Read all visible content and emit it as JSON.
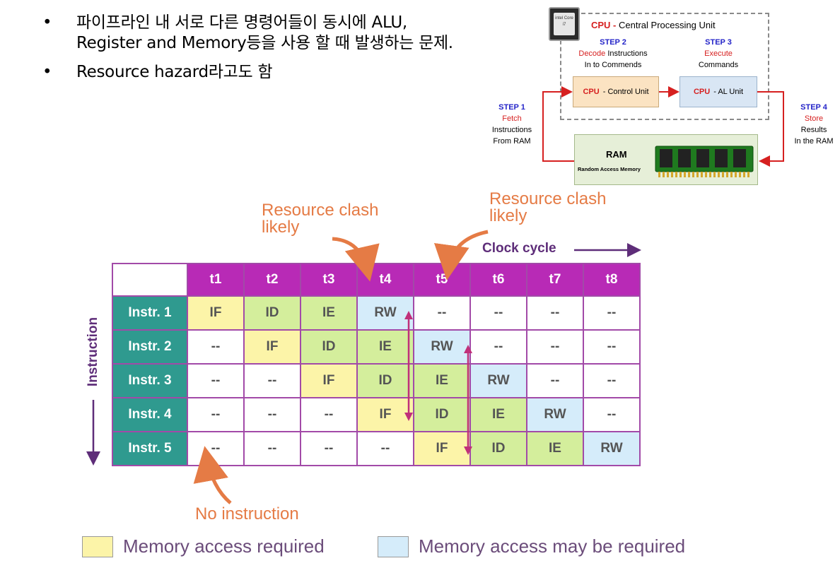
{
  "bullets": [
    "파이프라인 내 서로 다른 명령어들이 동시에 ALU, Register and Memory등을 사용 할 때 발생하는 문제.",
    "Resource hazard라고도 함"
  ],
  "cpu_diagram": {
    "chip_text": "intel Core i7",
    "title_prefix": "CPU -",
    "title_rest": "Central  Processing Unit",
    "step2": {
      "num": "STEP 2",
      "action": "Decode",
      "rest1": " Instructions",
      "rest2": "In to  Commends"
    },
    "step3": {
      "num": "STEP 3",
      "action": "Execute",
      "rest": "Commands"
    },
    "step1": {
      "num": "STEP 1",
      "action": "Fetch",
      "rest1": "Instructions",
      "rest2": "From  RAM"
    },
    "step4": {
      "num": "STEP 4",
      "action": "Store",
      "rest1": "Results",
      "rest2": "In the RAM"
    },
    "control_unit": {
      "prefix": "CPU",
      "label": "-  Control Unit"
    },
    "alu": {
      "prefix": "CPU",
      "label": "-  AL Unit"
    },
    "ram_title": "RAM",
    "ram_sub": "Random Access Memory",
    "accent_red": "#d62020",
    "accent_blue": "#2424c8"
  },
  "pipeline": {
    "clash_label_1": [
      "Resource clash",
      "likely"
    ],
    "clash_label_2": [
      "Resource clash",
      "likely"
    ],
    "clock_label": "Clock cycle",
    "instruction_axis_label": "Instruction",
    "no_instruction_label": "No instruction",
    "columns": [
      "t1",
      "t2",
      "t3",
      "t4",
      "t5",
      "t6",
      "t7",
      "t8"
    ],
    "rows": [
      {
        "label": "Instr. 1",
        "cells": [
          [
            "IF",
            "yellow"
          ],
          [
            "ID",
            "green"
          ],
          [
            "IE",
            "green"
          ],
          [
            "RW",
            "blue"
          ],
          [
            "--",
            "white"
          ],
          [
            "--",
            "white"
          ],
          [
            "--",
            "white"
          ],
          [
            "--",
            "white"
          ]
        ]
      },
      {
        "label": "Instr. 2",
        "cells": [
          [
            "--",
            "white"
          ],
          [
            "IF",
            "yellow"
          ],
          [
            "ID",
            "green"
          ],
          [
            "IE",
            "green"
          ],
          [
            "RW",
            "blue"
          ],
          [
            "--",
            "white"
          ],
          [
            "--",
            "white"
          ],
          [
            "--",
            "white"
          ]
        ]
      },
      {
        "label": "Instr. 3",
        "cells": [
          [
            "--",
            "white"
          ],
          [
            "--",
            "white"
          ],
          [
            "IF",
            "yellow"
          ],
          [
            "ID",
            "green"
          ],
          [
            "IE",
            "green"
          ],
          [
            "RW",
            "blue"
          ],
          [
            "--",
            "white"
          ],
          [
            "--",
            "white"
          ]
        ]
      },
      {
        "label": "Instr. 4",
        "cells": [
          [
            "--",
            "white"
          ],
          [
            "--",
            "white"
          ],
          [
            "--",
            "white"
          ],
          [
            "IF",
            "yellow"
          ],
          [
            "ID",
            "green"
          ],
          [
            "IE",
            "green"
          ],
          [
            "RW",
            "blue"
          ],
          [
            "--",
            "white"
          ]
        ]
      },
      {
        "label": "Instr. 5",
        "cells": [
          [
            "--",
            "white"
          ],
          [
            "--",
            "white"
          ],
          [
            "--",
            "white"
          ],
          [
            "--",
            "white"
          ],
          [
            "IF",
            "yellow"
          ],
          [
            "ID",
            "green"
          ],
          [
            "IE",
            "green"
          ],
          [
            "RW",
            "blue"
          ]
        ]
      }
    ],
    "colors": {
      "header": "#b82ab6",
      "row_header": "#2f9a8f",
      "yellow": "#fcf4a8",
      "blue": "#d5ecfa",
      "green": "#d4ee9c",
      "orange": "#e57b45",
      "magenta": "#c0307a"
    }
  },
  "legend": {
    "memory_required": "Memory access required",
    "memory_maybe": "Memory access may be required"
  }
}
